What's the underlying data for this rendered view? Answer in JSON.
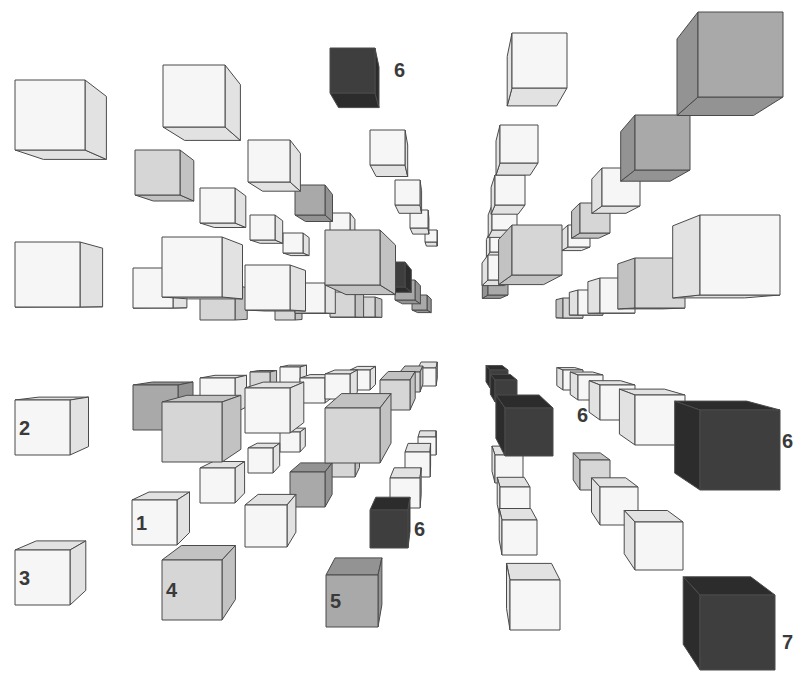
{
  "diagram": {
    "nodes": [
      {
        "text": [
          "2"
        ]
      },
      {
        "text": [
          "1"
        ]
      },
      {
        "text": [
          "3"
        ]
      },
      {
        "text": [
          "4"
        ]
      },
      {
        "text": [
          "5"
        ]
      }
    ],
    "labels": [
      "6",
      "6",
      "6",
      "6",
      "7"
    ]
  }
}
